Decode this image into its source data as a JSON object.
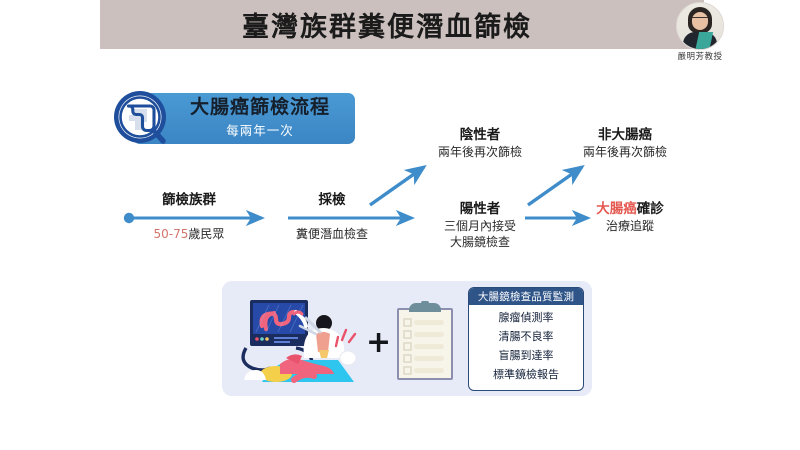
{
  "header": {
    "title": "臺灣族群糞便潛血篩檢",
    "band_color": "#cbc0bd",
    "avatar_name": "avatar",
    "avatar_caption": "嚴明芳教授"
  },
  "badge": {
    "title": "大腸癌篩檢流程",
    "subtitle": "每兩年一次",
    "icon": "colon-magnifier-icon",
    "bg_color": "#3f8cca"
  },
  "flow": {
    "screening_group": {
      "title": "篩檢族群",
      "detail_red": "50-75",
      "detail_rest": "歲民眾"
    },
    "collection": {
      "title": "採檢",
      "detail": "糞便潛血檢查"
    },
    "negative": {
      "title": "陰性者",
      "detail": "兩年後再次篩檢"
    },
    "positive": {
      "title": "陽性者",
      "detail_line1": "三個月內接受",
      "detail_line2": "大腸鏡檢查"
    },
    "non_cancer": {
      "title": "非大腸癌",
      "detail": "兩年後再次篩檢"
    },
    "cancer": {
      "title_red": "大腸癌",
      "title_rest": "確診",
      "detail": "治療追蹤"
    },
    "arrow_color": "#3f8cca"
  },
  "bottom": {
    "illustration": "colonoscopy-illustration",
    "plus_symbol": "+",
    "clipboard": "clipboard-checklist-icon",
    "quality_box": {
      "header": "大腸鏡檢查品質監測",
      "items": [
        "腺瘤偵測率",
        "清腸不良率",
        "盲腸到達率",
        "標準鏡檢報告"
      ],
      "header_bg": "#2f5488",
      "border_color": "#2a4a7a"
    },
    "panel_bg": "#e7eaf7"
  }
}
